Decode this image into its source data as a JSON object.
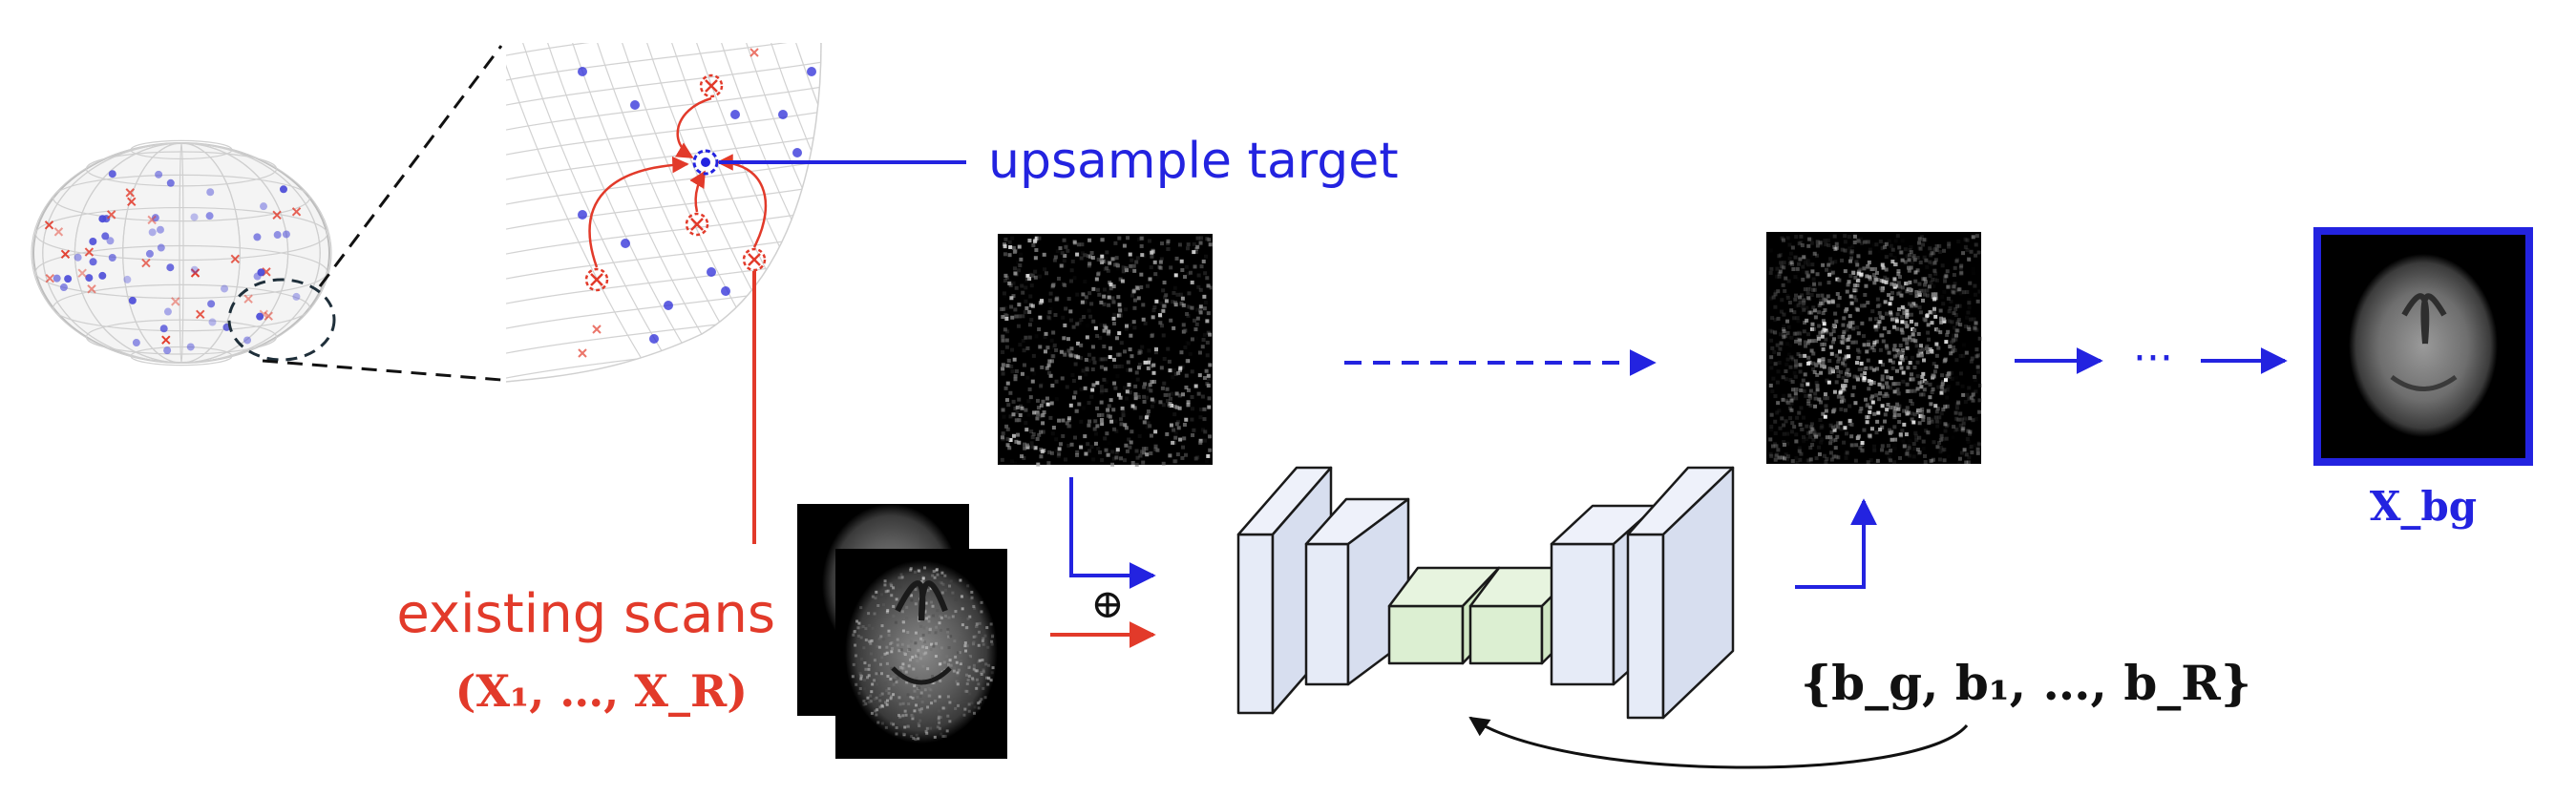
{
  "labels": {
    "upsample_target": "upsample target",
    "existing_scans": "existing scans",
    "existing_scans_math": "(X₁, …, X_R)",
    "output_label": "X_bg",
    "conditioning": "{b_g, b₁, …, b_R}",
    "sum_symbol": "⊕",
    "ellipsis": "···"
  },
  "colors": {
    "blue": "#2323e0",
    "red": "#e23a2a",
    "grid": "#cfcfcf",
    "unet_block": "#e6ebf7",
    "unet_bottleneck": "#dcefd2",
    "image_bg": "#000000"
  }
}
